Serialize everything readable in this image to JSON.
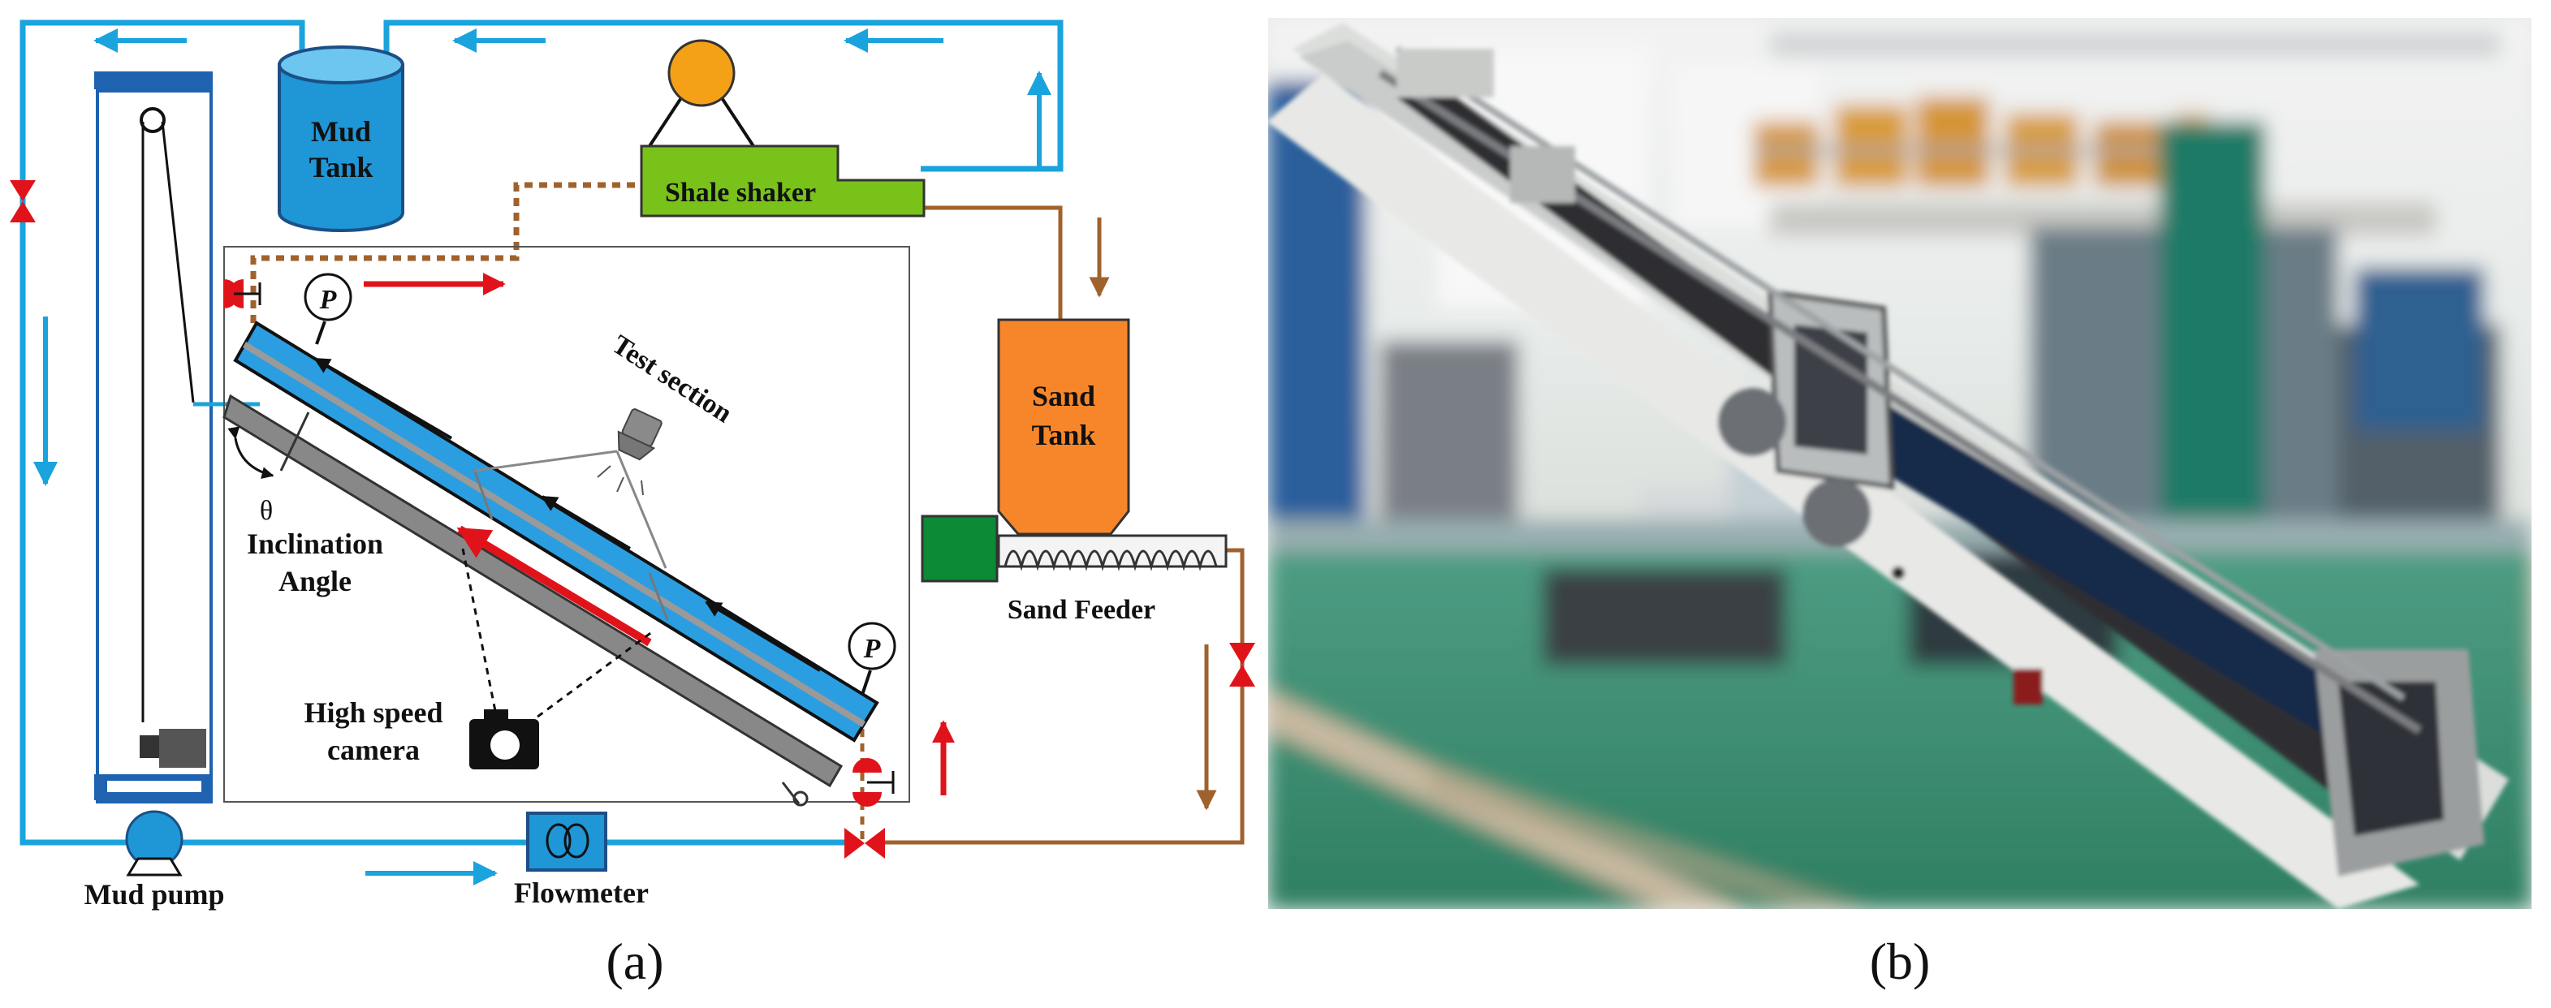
{
  "panel_a": {
    "labels": {
      "mud_tank_line1": "Mud",
      "mud_tank_line2": "Tank",
      "shale_shaker": "Shale shaker",
      "sand_tank_line1": "Sand",
      "sand_tank_line2": "Tank",
      "sand_feeder": "Sand Feeder",
      "test_section": "Test section",
      "theta": "θ",
      "inclination_line1": "Inclination",
      "inclination_line2": "Angle",
      "camera_line1": "High speed",
      "camera_line2": "camera",
      "mud_pump": "Mud pump",
      "flowmeter": "Flowmeter",
      "pressure_symbol": "P"
    },
    "caption": "(a)",
    "colors": {
      "mud_line": "#1aa3dc",
      "sand_line": "#a0622d",
      "flow_arrow": "#e0131b",
      "tank": "#1f96d6",
      "shaker": "#79c21a",
      "sand_tank": "#f7862b",
      "motor": "#f5a117",
      "feeder_block": "#0c8a35",
      "pipe_fluid": "#2a9ee0",
      "valve": "#e0131b"
    }
  },
  "panel_b": {
    "caption": "(b)"
  }
}
